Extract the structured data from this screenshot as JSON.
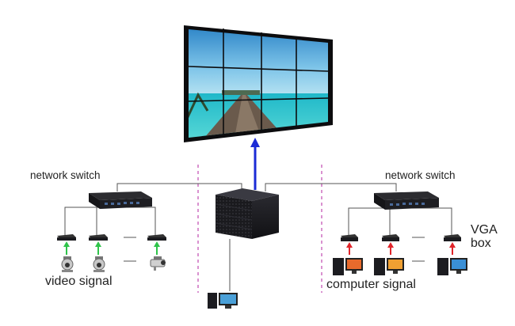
{
  "labels": {
    "left_switch": "network switch",
    "right_switch": "network switch",
    "video_signal": "video signal",
    "computer_signal": "computer signal",
    "vga_box_line1": "VGA",
    "vga_box_line2": "box"
  },
  "colors": {
    "accent_arrow": "#1b2bd6",
    "green_arrow": "#2fc44a",
    "red_arrow": "#e0242a",
    "divider": "#c04ab0",
    "line": "#555555",
    "device": "#1f1f24"
  },
  "icons": {
    "video_wall": "video-wall-display-icon",
    "processor": "video-wall-processor-icon",
    "switch": "network-switch-icon",
    "camera": "cctv-camera-icon",
    "computer": "desktop-computer-icon",
    "box": "encoder-box-icon"
  }
}
